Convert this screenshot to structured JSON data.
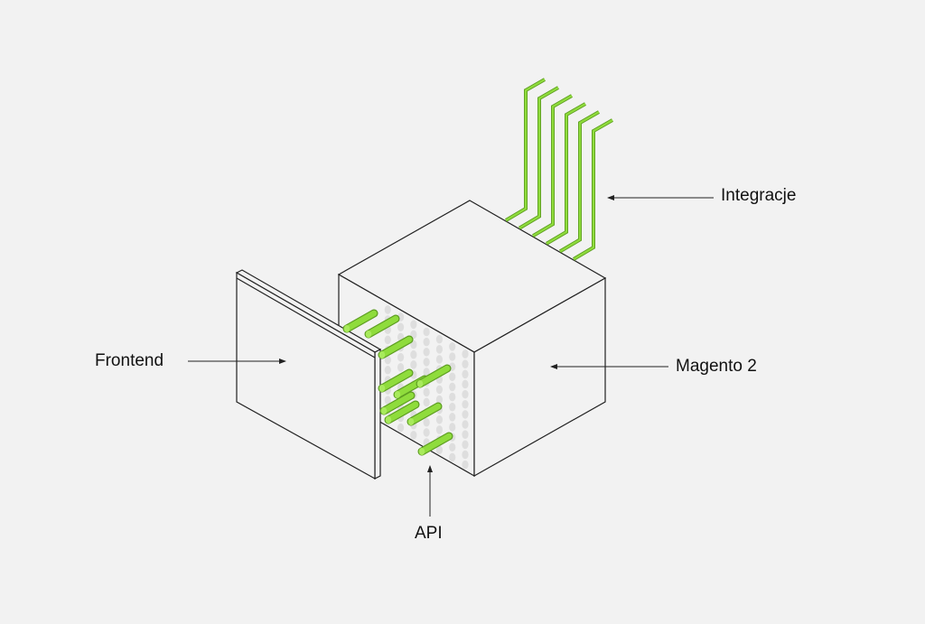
{
  "labels": {
    "integrations": "Integracje",
    "magento": "Magento 2",
    "frontend": "Frontend",
    "api": "API"
  },
  "colors": {
    "background": "#f2f2f2",
    "accent": "#8fdc3c",
    "accent_dark": "#5e9e22",
    "line": "#222222",
    "dot": "#dedede"
  }
}
